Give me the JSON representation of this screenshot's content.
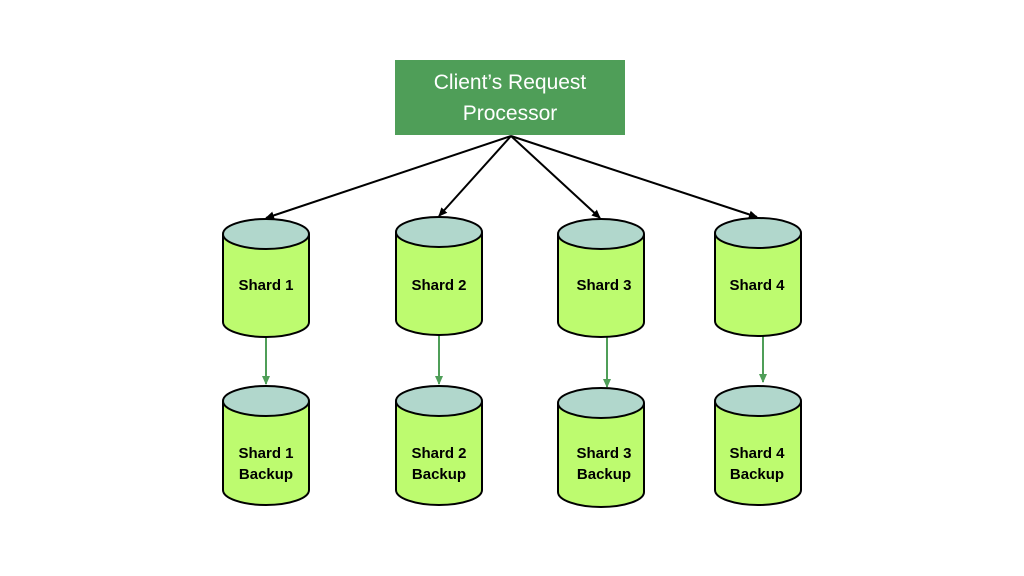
{
  "processor": {
    "line1": "Client’s Request",
    "line2": "Processor"
  },
  "shards": [
    {
      "label": "Shard 1",
      "backup_line1": "Shard 1",
      "backup_line2": "Backup"
    },
    {
      "label": "Shard 2",
      "backup_line1": "Shard 2",
      "backup_line2": "Backup"
    },
    {
      "label": "Shard 3",
      "backup_line1": "Shard 3",
      "backup_line2": "Backup"
    },
    {
      "label": "Shard 4",
      "backup_line1": "Shard 4",
      "backup_line2": "Backup"
    }
  ],
  "colors": {
    "processor_fill": "#4f9e58",
    "processor_text": "#ffffff",
    "cylinder_body": "#bdfb6f",
    "cylinder_top": "#b1d7cc",
    "outline": "#000000",
    "request_arrow": "#000000",
    "replication_arrow": "#4f9e58"
  }
}
